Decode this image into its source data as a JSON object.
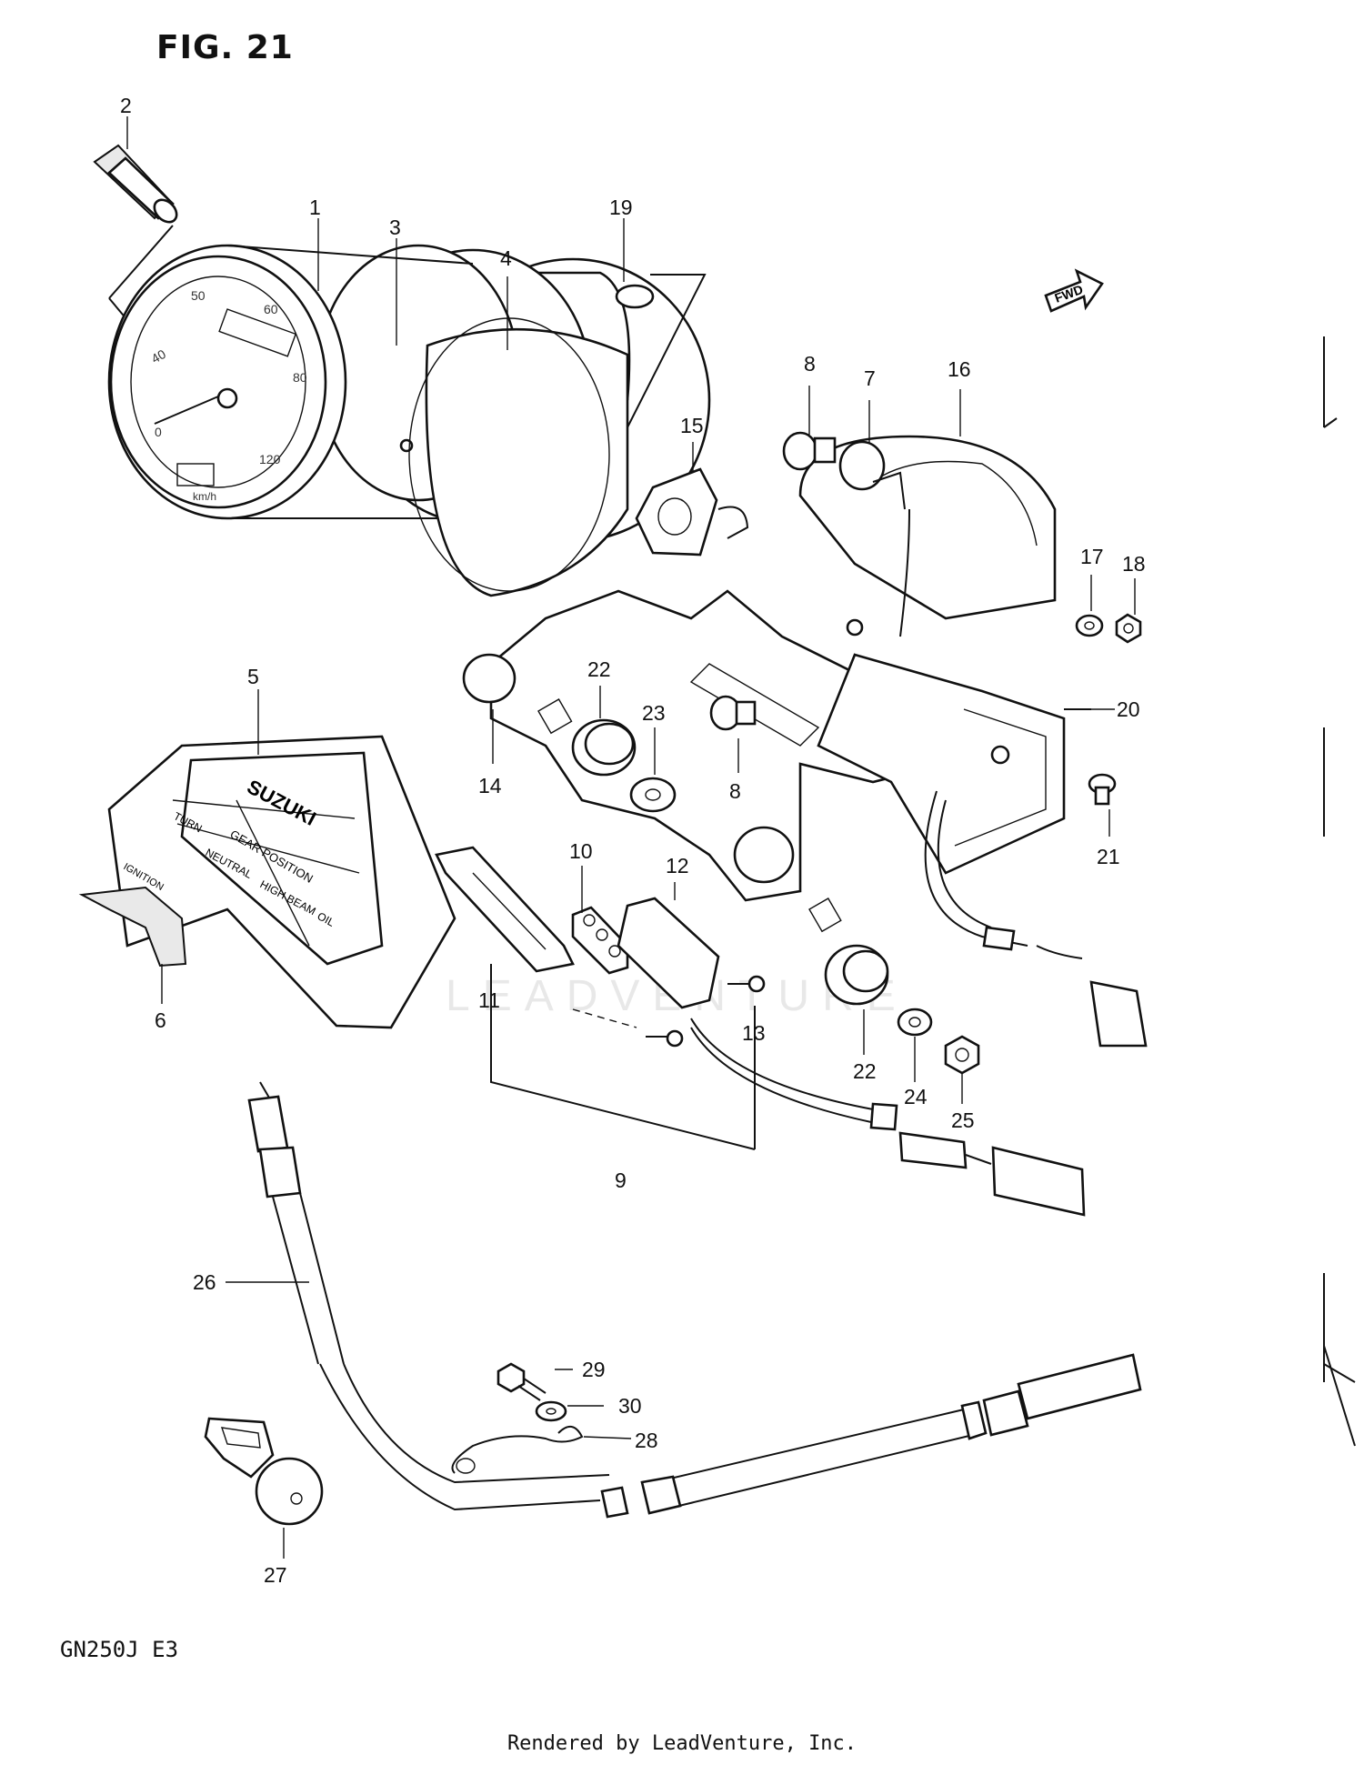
{
  "figure": {
    "title": "FIG. 21",
    "model_code": "GN250J  E3",
    "footer": "Rendered by LeadVenture, Inc.",
    "watermark": "LEADVENTURE",
    "fwd_label": "FWD"
  },
  "panel_text": {
    "brand": "SUZUKI",
    "gear_position": "GEAR POSITION",
    "turn": "TURN",
    "neutral": "NEUTRAL",
    "high_beam": "HIGH BEAM",
    "oil": "OIL",
    "ignition": "IGNITION"
  },
  "callouts": [
    {
      "id": "c1",
      "label": "1"
    },
    {
      "id": "c2",
      "label": "2"
    },
    {
      "id": "c3",
      "label": "3"
    },
    {
      "id": "c4",
      "label": "4"
    },
    {
      "id": "c5",
      "label": "5"
    },
    {
      "id": "c6",
      "label": "6"
    },
    {
      "id": "c7",
      "label": "7"
    },
    {
      "id": "c8a",
      "label": "8"
    },
    {
      "id": "c8b",
      "label": "8"
    },
    {
      "id": "c9",
      "label": "9"
    },
    {
      "id": "c10",
      "label": "10"
    },
    {
      "id": "c11",
      "label": "11"
    },
    {
      "id": "c12",
      "label": "12"
    },
    {
      "id": "c13",
      "label": "13"
    },
    {
      "id": "c14",
      "label": "14"
    },
    {
      "id": "c15",
      "label": "15"
    },
    {
      "id": "c16",
      "label": "16"
    },
    {
      "id": "c17",
      "label": "17"
    },
    {
      "id": "c18",
      "label": "18"
    },
    {
      "id": "c19",
      "label": "19"
    },
    {
      "id": "c20",
      "label": "20"
    },
    {
      "id": "c21",
      "label": "21"
    },
    {
      "id": "c22a",
      "label": "22"
    },
    {
      "id": "c22b",
      "label": "22"
    },
    {
      "id": "c23",
      "label": "23"
    },
    {
      "id": "c24",
      "label": "24"
    },
    {
      "id": "c25",
      "label": "25"
    },
    {
      "id": "c26",
      "label": "26"
    },
    {
      "id": "c27",
      "label": "27"
    },
    {
      "id": "c28",
      "label": "28"
    },
    {
      "id": "c29",
      "label": "29"
    },
    {
      "id": "c30",
      "label": "30"
    }
  ]
}
